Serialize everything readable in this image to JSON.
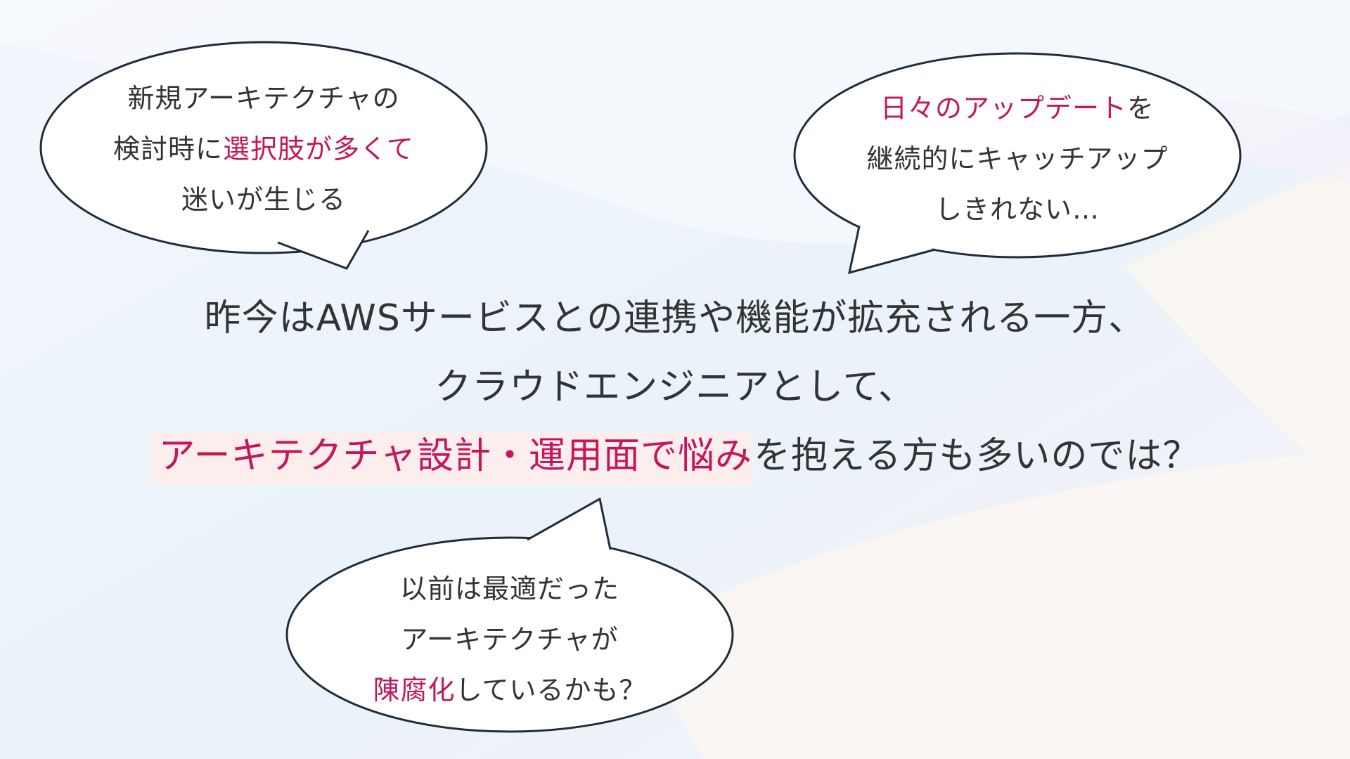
{
  "colors": {
    "highlight_text": "#c2185b",
    "highlight_bg": "#fdeeee",
    "body_text": "#333333",
    "bubble_stroke": "#1f2d3a",
    "bubble_fill": "#ffffff"
  },
  "bubble_top_left": {
    "line1": "新規アーキテクチャの",
    "line2_prefix": "検討時に",
    "line2_highlight": "選択肢が多くて",
    "line3": "迷いが生じる"
  },
  "bubble_top_right": {
    "line1_highlight": "日々のアップデート",
    "line1_suffix": "を",
    "line2": "継続的にキャッチアップ",
    "line3": "しきれない…"
  },
  "bubble_bottom": {
    "line1": "以前は最適だった",
    "line2": "アーキテクチャが",
    "line3_highlight": "陳腐化",
    "line3_suffix": "しているかも？"
  },
  "main": {
    "line1": "昨今はAWSサービスとの連携や機能が拡充される一方、",
    "line2": "クラウドエンジニアとして、",
    "line3_highlight": "アーキテクチャ設計・運用面で悩み",
    "line3_suffix": "を抱える方も多いのでは？"
  }
}
